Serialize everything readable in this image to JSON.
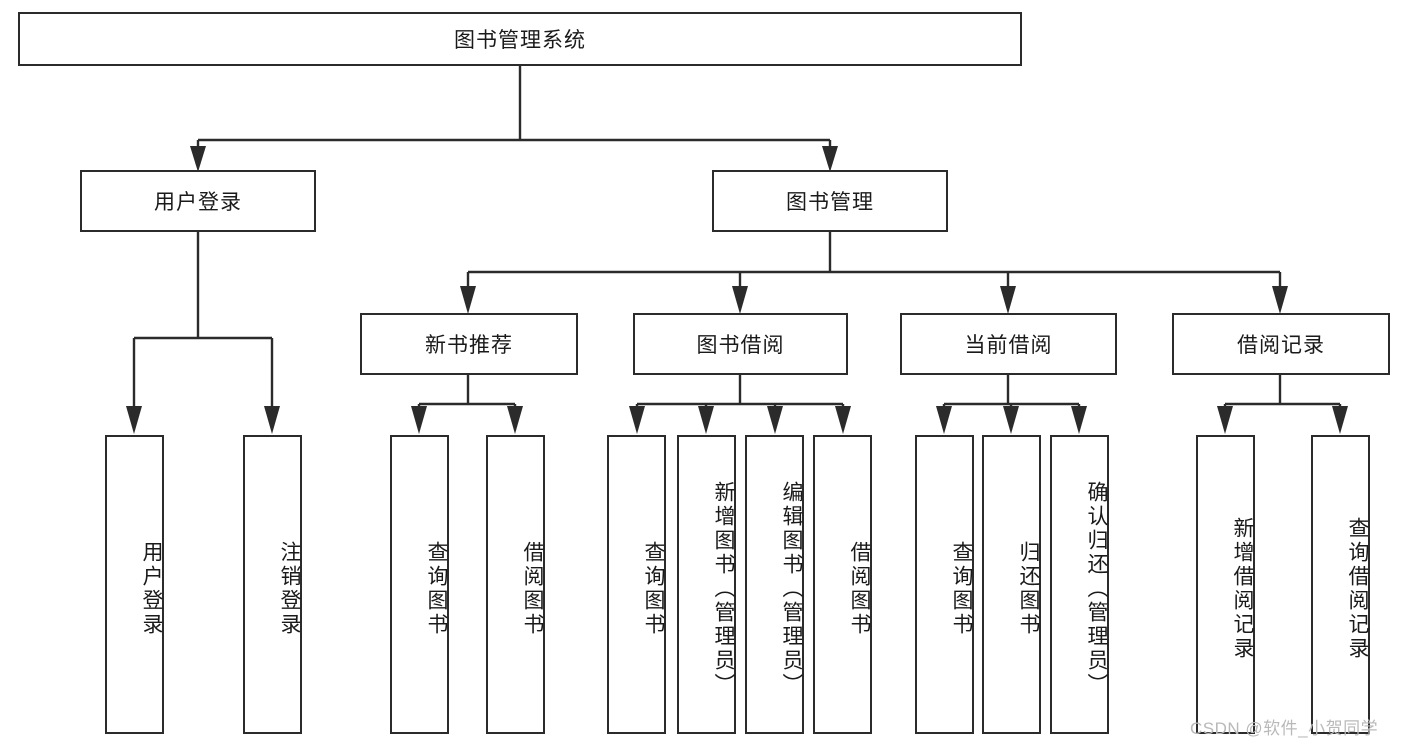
{
  "diagram": {
    "title": "图书管理系统",
    "type": "tree-hierarchy",
    "colors": {
      "box_border": "#2b2b2b",
      "box_fill": "#ffffff",
      "line": "#2b2b2b",
      "text": "#1a1a1a",
      "watermark": "#b9b9b9"
    },
    "root": {
      "label": "图书管理系统"
    },
    "level2": [
      {
        "label": "用户登录"
      },
      {
        "label": "图书管理"
      }
    ],
    "level3": [
      {
        "label": "新书推荐"
      },
      {
        "label": "图书借阅"
      },
      {
        "label": "当前借阅"
      },
      {
        "label": "借阅记录"
      }
    ],
    "leaves": {
      "user_login": [
        {
          "label": "用户登录"
        },
        {
          "label": "注销登录"
        }
      ],
      "new_book_recommend": [
        {
          "label": "查询图书"
        },
        {
          "label": "借阅图书"
        }
      ],
      "book_borrow": [
        {
          "label": "查询图书"
        },
        {
          "label": "新增图书（管理员）"
        },
        {
          "label": "编辑图书（管理员）"
        },
        {
          "label": "借阅图书"
        }
      ],
      "current_borrow": [
        {
          "label": "查询图书"
        },
        {
          "label": "归还图书"
        },
        {
          "label": "确认归还（管理员）"
        }
      ],
      "borrow_record": [
        {
          "label": "新增借阅记录"
        },
        {
          "label": "查询借阅记录"
        }
      ]
    }
  },
  "watermark": {
    "text": "CSDN @软件_小贺同学"
  }
}
